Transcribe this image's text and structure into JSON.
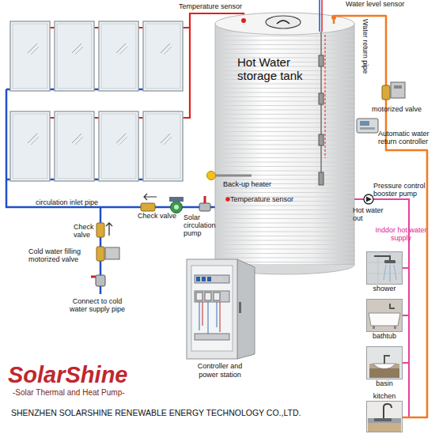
{
  "diagram": {
    "nodes": [
      {
        "text": [
          "Hot Water storage tank"
        ]
      },
      {
        "text": [
          "Controller and power station"
        ]
      },
      {
        "text": [
          "shower"
        ]
      },
      {
        "text": [
          "bathtub"
        ]
      },
      {
        "text": [
          "basin"
        ]
      },
      {
        "text": [
          "kitchen"
        ]
      }
    ],
    "edges": [
      {
        "from": 0,
        "to": 2,
        "arrow": "none"
      },
      {
        "from": 0,
        "to": 3,
        "arrow": "none"
      },
      {
        "from": 0,
        "to": 4,
        "arrow": "none"
      },
      {
        "from": 0,
        "to": 5,
        "arrow": "none"
      },
      {
        "from": 5,
        "to": 0,
        "arrow": "none"
      }
    ],
    "labels": [
      "Temperature sensor",
      "Water level sensor",
      "Water return pipe",
      "motorized valve",
      "Automatic water return controller",
      "Back-up heater",
      "Temperature sensor",
      "Pressure control booster pump",
      "Hot water out",
      "Inddor hot water supply",
      "circulation inlet pipe",
      "Check valve",
      "Solar circulation pump",
      "Check valve",
      "Cold water filling motorized valve",
      "Connect to cold water supply pipe",
      "SolarShine",
      "-Solar Thermal and Heat Pump-",
      "SHENZHEN SOLARSHINE RENEWABLE ENERGY TECHNOLOGY CO.,LTD."
    ]
  }
}
